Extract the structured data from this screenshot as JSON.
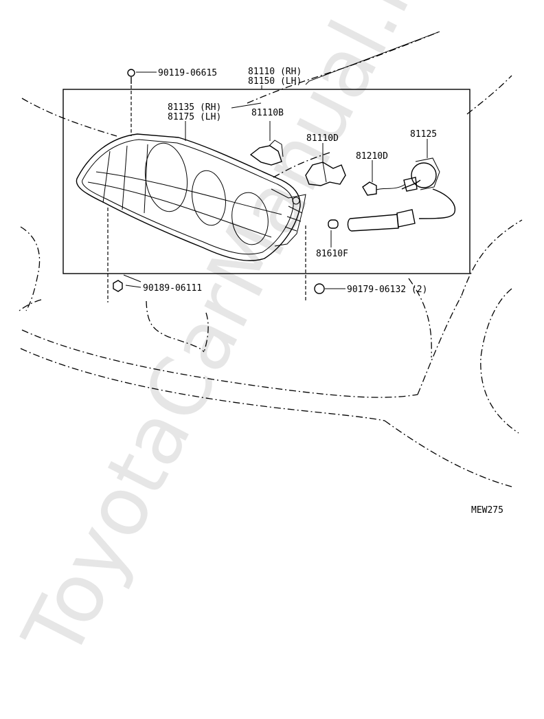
{
  "watermark": "ToyotaCarManual.ru",
  "diagram_code": "MEW275",
  "labels": {
    "screw_top": "90119-06615",
    "headlamp_rh": "81110 (RH)",
    "headlamp_lh": "81150 (LH)",
    "lens_rh": "81135 (RH)",
    "lens_lh": "81175 (LH)",
    "bulb_b": "81110B",
    "bulb_d": "81110D",
    "socket": "81125",
    "side_bulb": "81210D",
    "small_bulb": "81610F",
    "nut_left": "90189-06111",
    "screw_right": "90179-06132 (2)"
  }
}
